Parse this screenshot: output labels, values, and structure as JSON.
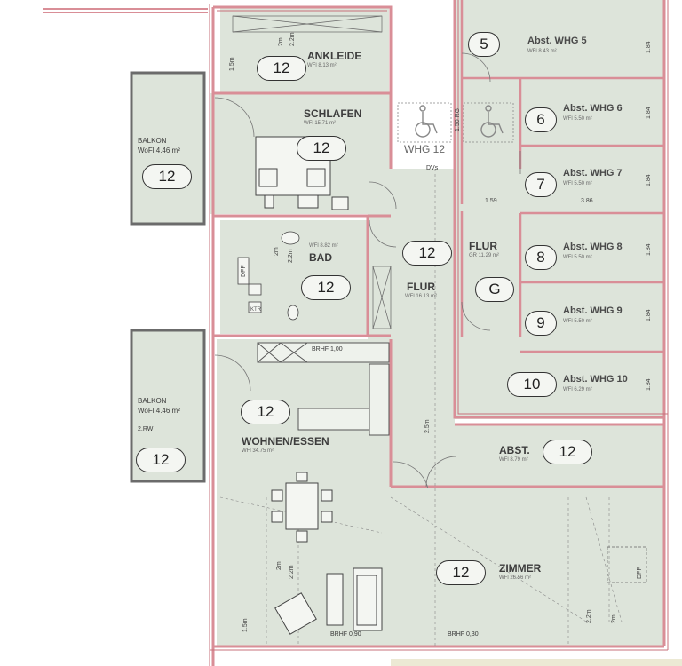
{
  "units": {
    "n12": "12",
    "n5": "5",
    "n6": "6",
    "n7": "7",
    "n8": "8",
    "n9": "9",
    "n10": "10",
    "g": "G"
  },
  "rooms": {
    "ankleide": {
      "name": "ANKLEIDE",
      "area": "WFl 8.13 m²"
    },
    "schlafen": {
      "name": "SCHLAFEN",
      "area": "WFl 15.71 m²"
    },
    "bad": {
      "name": "BAD",
      "area": "WFl 8.82 m²"
    },
    "flur_left": {
      "name": "FLUR",
      "area": "WFl 16.13 m²"
    },
    "wohnen": {
      "name": "WOHNEN/ESSEN",
      "area": "WFl 34.75 m²"
    },
    "zimmer": {
      "name": "ZIMMER",
      "area": "WFl 26.56 m²"
    },
    "abst": {
      "name": "ABST.",
      "area": "WFl 8.79 m²"
    },
    "flur_right": {
      "name": "FLUR",
      "area": "GR 11.29 m²"
    },
    "balkon_top": {
      "name": "BALKON",
      "area": "WoFl 4.46 m²"
    },
    "balkon_bottom": {
      "name": "BALKON",
      "area": "WoFl 4.46 m²",
      "note": "2.RW"
    },
    "whg5": {
      "name": "Abst. WHG 5",
      "area": "WFl 8.43 m²"
    },
    "whg6": {
      "name": "Abst. WHG 6",
      "area": "WFl 5.50 m²"
    },
    "whg7": {
      "name": "Abst. WHG 7",
      "area": "WFl 5.50 m²"
    },
    "whg8": {
      "name": "Abst. WHG 8",
      "area": "WFl 5.50 m²"
    },
    "whg9": {
      "name": "Abst. WHG 9",
      "area": "WFl 5.50 m²"
    },
    "whg10": {
      "name": "Abst. WHG 10",
      "area": "WFl 6.29 m²"
    }
  },
  "annotations": {
    "whg12": "WHG 12",
    "dvs": "DVs",
    "brhf_100": "BRHF 1,00",
    "brhf_090": "BRHF 0,90",
    "brhf_030": "BRHF 0,30",
    "dim_159": "1.59",
    "dim_386": "3.86",
    "dim_184": "1.84",
    "dim_22m": "2.2m",
    "dim_2m": "2m",
    "dim_15m": "1.5m",
    "dim_25m": "2.5m",
    "dim_150": "1.50 RG",
    "dff": "DFF",
    "ktr": "KTR"
  },
  "colors": {
    "room_fill": "#dde4da",
    "wall_pink": "#d98e97",
    "wall_gray": "#666666"
  }
}
